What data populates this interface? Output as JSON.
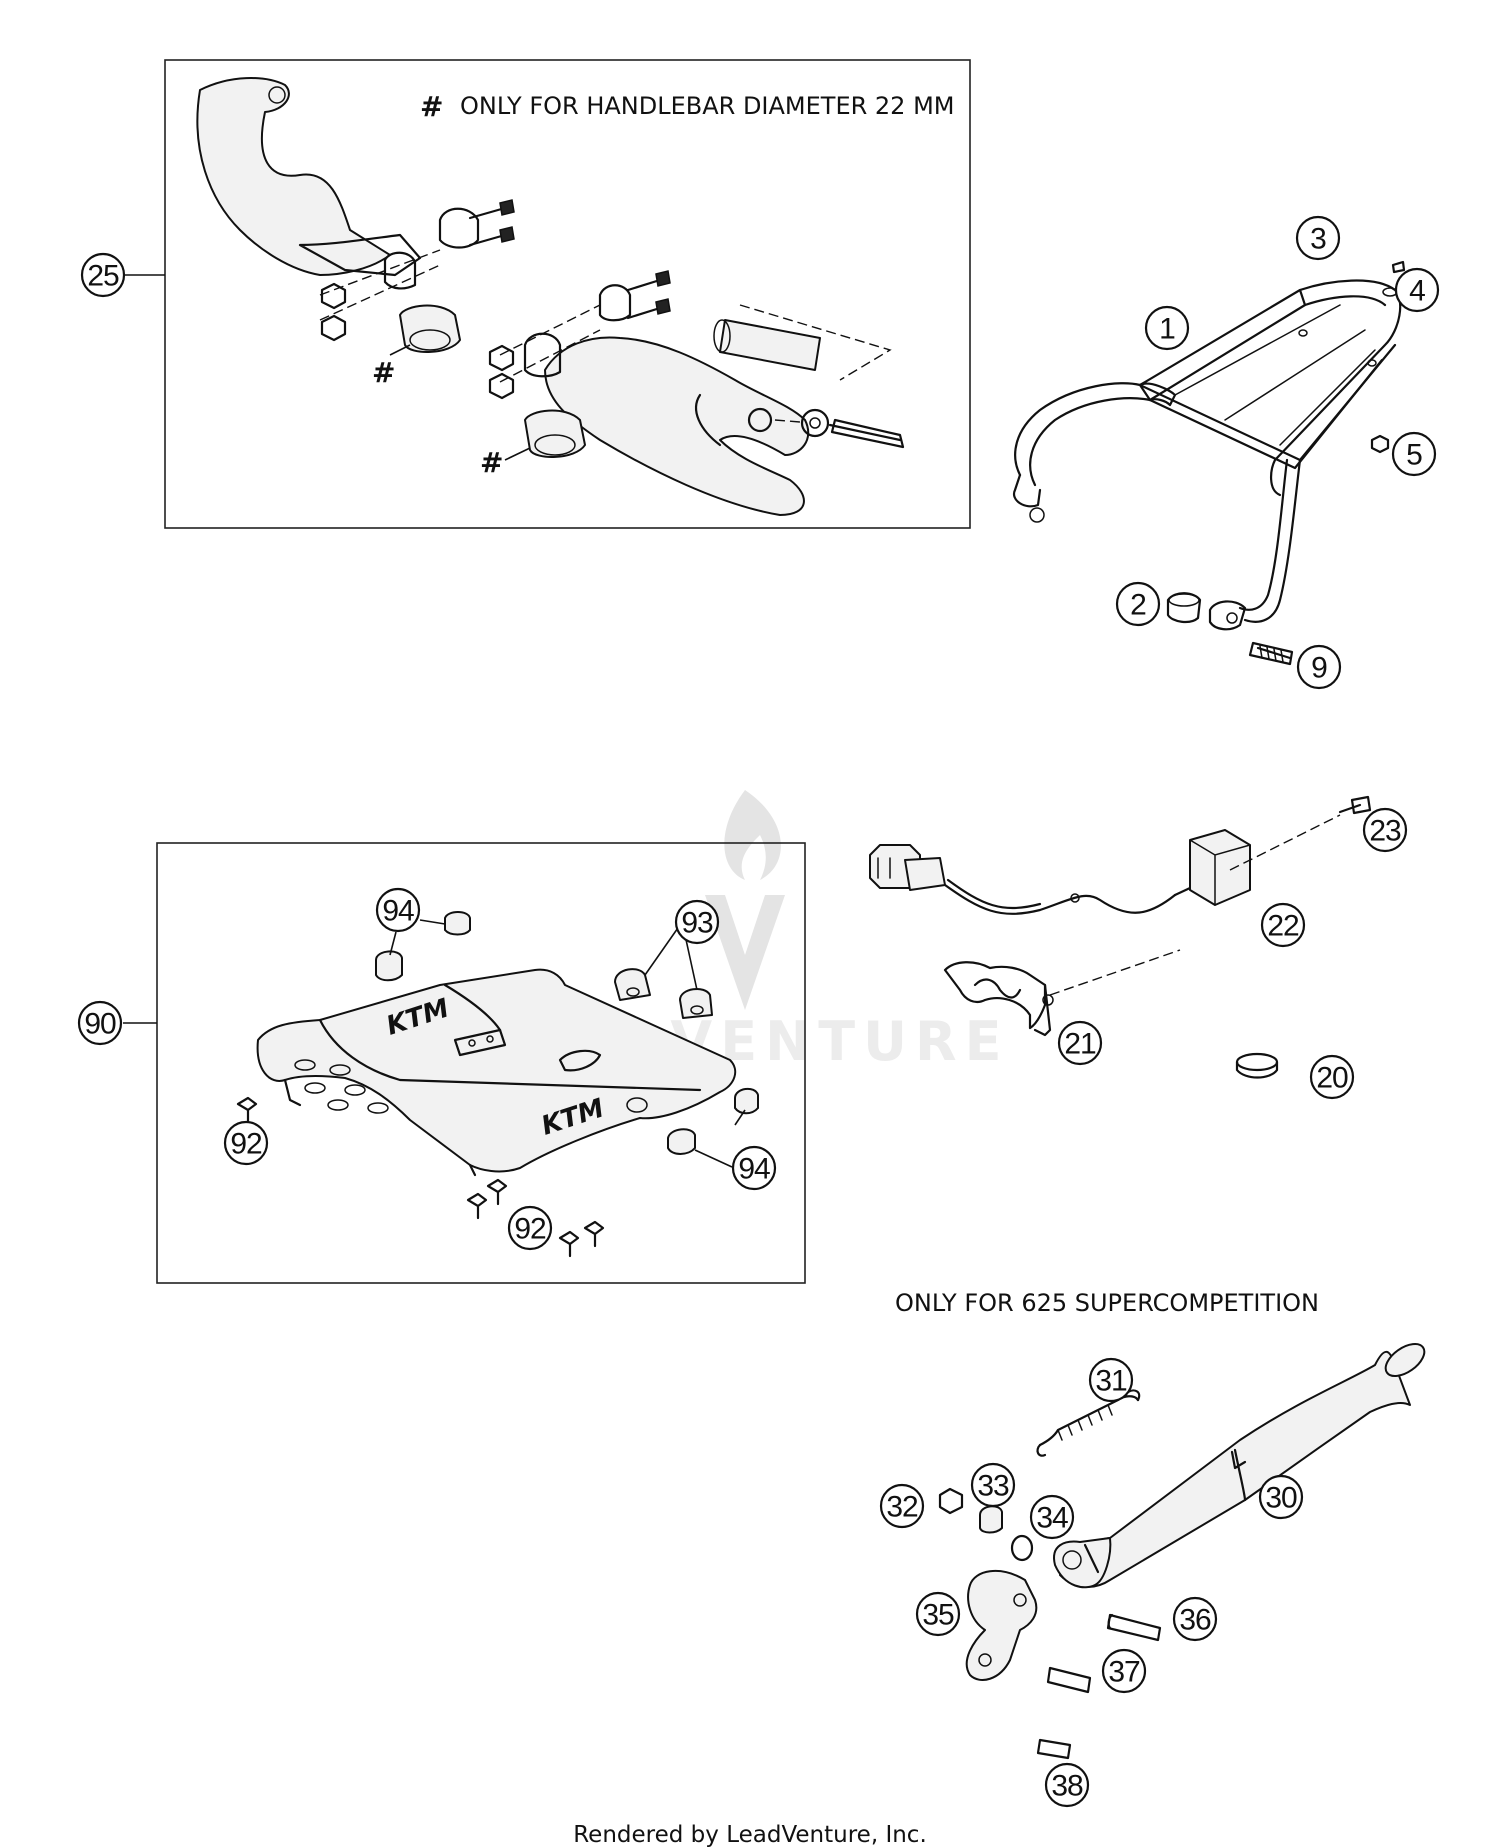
{
  "watermark": "LEADVENTURE",
  "footer": "Rendered by LeadVenture, Inc.",
  "notes": {
    "handlebar": "ONLY FOR HANDLEBAR DIAMETER 22 MM",
    "hash_symbol": "#",
    "supercompetition": "ONLY FOR 625 SUPERCOMPETITION"
  },
  "callouts": {
    "c25": "25",
    "c1": "1",
    "c3": "3",
    "c4": "4",
    "c5": "5",
    "c2": "2",
    "c9": "9",
    "c23": "23",
    "c22": "22",
    "c21": "21",
    "c20": "20",
    "c90": "90",
    "c94a": "94",
    "c93": "93",
    "c92a": "92",
    "c94b": "94",
    "c92b": "92",
    "c31": "31",
    "c30": "30",
    "c32": "32",
    "c33": "33",
    "c34": "34",
    "c35": "35",
    "c36": "36",
    "c37": "37",
    "c38": "38"
  }
}
